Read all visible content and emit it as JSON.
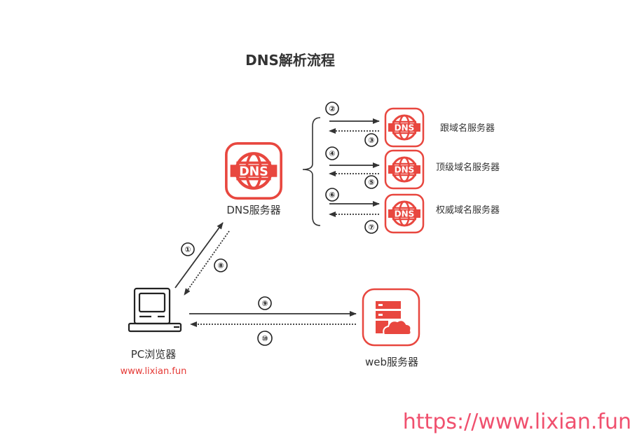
{
  "title": "DNS解析流程",
  "colors": {
    "accent": "#e8473f",
    "arrow": "#333333",
    "url": "#e53935",
    "watermark": "#f0506e"
  },
  "nodes": {
    "dns_server": {
      "label": "DNS服务器",
      "icon": "dns-globe-icon"
    },
    "root_server": {
      "label": "跟域名服务器",
      "icon": "dns-globe-icon"
    },
    "tld_server": {
      "label": "顶级域名服务器",
      "icon": "dns-globe-icon"
    },
    "auth_server": {
      "label": "权威域名服务器",
      "icon": "dns-globe-icon"
    },
    "pc": {
      "label": "PC浏览器",
      "url": "www.lixian.fun",
      "icon": "computer-icon"
    },
    "web_server": {
      "label": "web服务器",
      "icon": "server-cloud-icon"
    }
  },
  "steps": [
    "①",
    "②",
    "③",
    "④",
    "⑤",
    "⑥",
    "⑦",
    "⑧",
    "⑨",
    "⑩"
  ],
  "watermark": "https://www.lixian.fun"
}
